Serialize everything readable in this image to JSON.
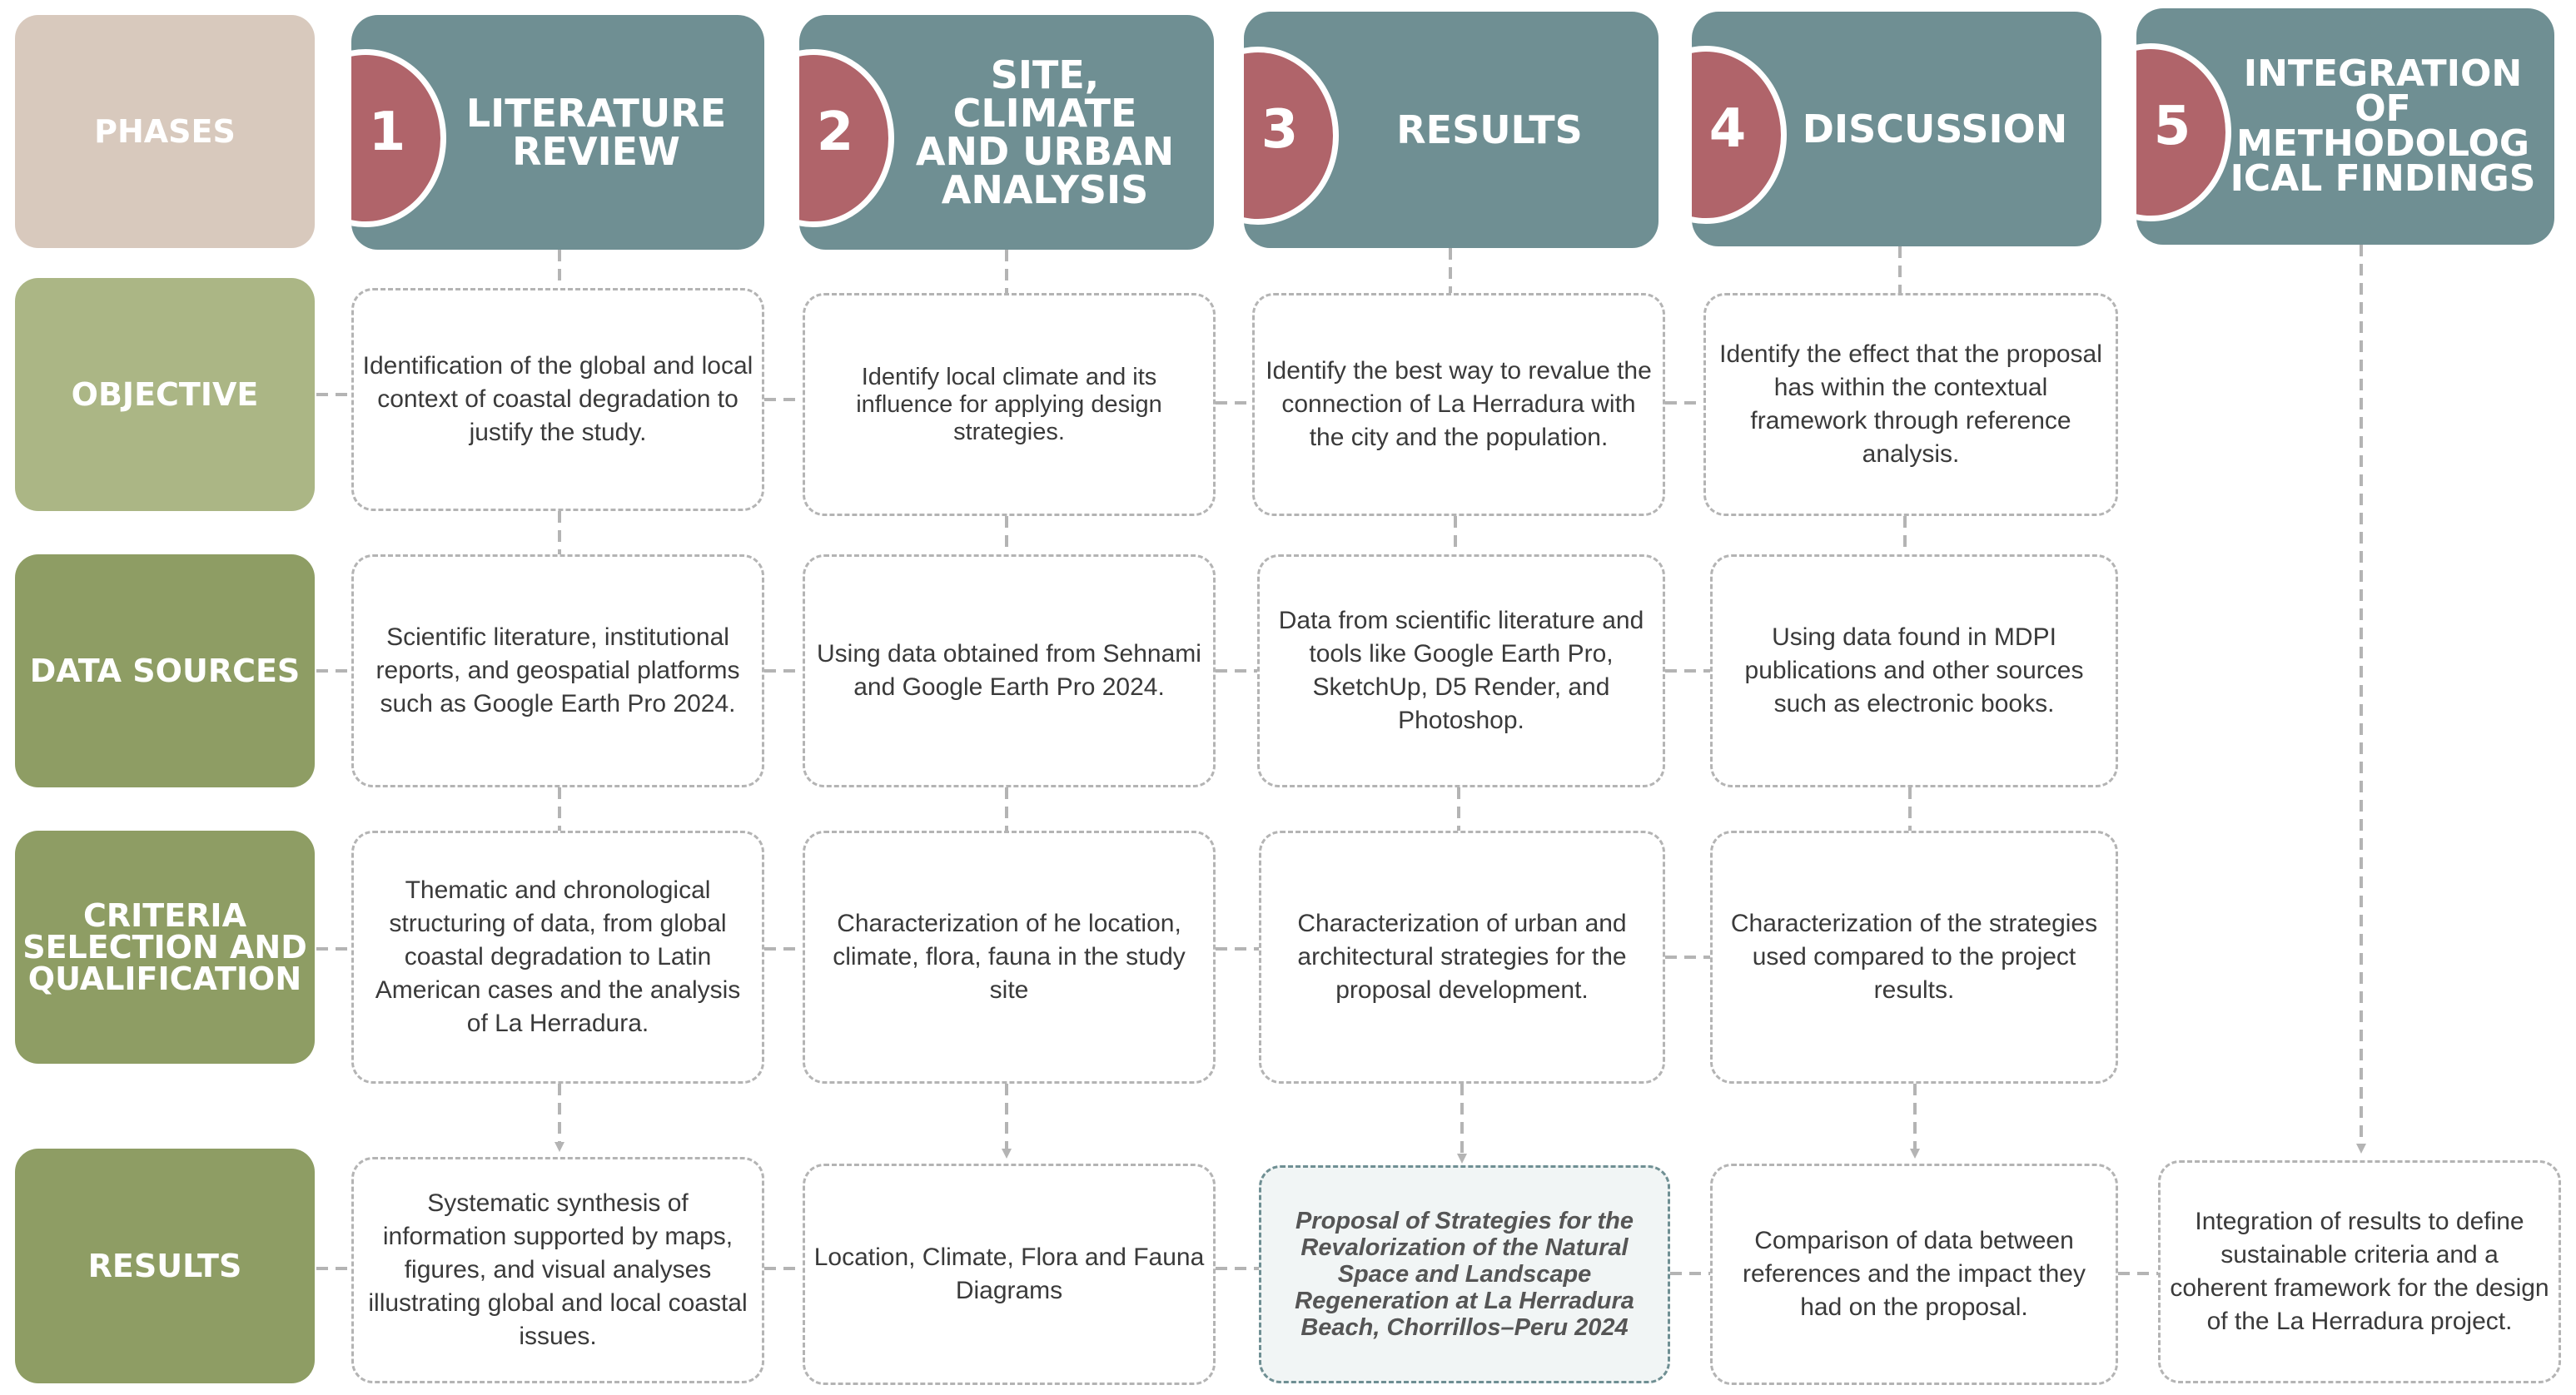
{
  "row_labels": {
    "phases": "PHASES",
    "objective": "OBJECTIVE",
    "data_sources": "DATA SOURCES",
    "criteria": "CRITERIA\nSELECTION AND\nQUALIFICATION",
    "results": "RESULTS"
  },
  "phases": [
    {
      "number": "1",
      "title": "LITERATURE\nREVIEW"
    },
    {
      "number": "2",
      "title": "SITE,\nCLIMATE\nAND URBAN\nANALYSIS"
    },
    {
      "number": "3",
      "title": "RESULTS"
    },
    {
      "number": "4",
      "title": "DISCUSSION"
    },
    {
      "number": "5",
      "title": "INTEGRATION\nOF\nMETHODOLOG\nICAL FINDINGS"
    }
  ],
  "objective": [
    "Identification of the global and local context of coastal degradation to justify the study.",
    "Identify local climate and its influence for applying design strategies.",
    "Identify the best way to revalue the connection of La Herradura with the city and the population.",
    "Identify the effect that the proposal has within the contextual framework through reference analysis."
  ],
  "data_sources": [
    "Scientific literature, institutional reports, and geospatial platforms such as Google Earth Pro 2024.",
    "Using data obtained from Sehnami and Google Earth Pro 2024.",
    "Data from scientific literature and tools like Google Earth Pro, SketchUp, D5 Render, and Photoshop.",
    "Using data found in MDPI publications and other sources such as electronic books."
  ],
  "criteria": [
    "Thematic and chronological structuring of data, from global coastal degradation to Latin American cases and the analysis of La Herradura.",
    "Characterization of he location, climate, flora, fauna in the study site",
    "Characterization of urban and architectural strategies for the proposal development.",
    "Characterization of the strategies used compared to the project results."
  ],
  "results": [
    "Systematic synthesis of information supported by maps, figures, and visual analyses illustrating global and local coastal issues.",
    "Location, Climate, Flora and Fauna Diagrams",
    "Proposal of Strategies for the Revalorization of the Natural Space and Landscape Regeneration at La Herradura Beach, Chorrillos–Peru 2024",
    "Comparison of data between references and the impact they had on the proposal.",
    "Integration of results to define sustainable criteria and a coherent framework for the design of the La Herradura project."
  ],
  "colors": {
    "phase_header": "#6f8f93",
    "phase_number_disc": "#b0646a",
    "phases_label": "#d8c9bd",
    "objective_label": "#abb685",
    "row_label": "#8e9d64",
    "box_border": "#b4b4b4"
  }
}
